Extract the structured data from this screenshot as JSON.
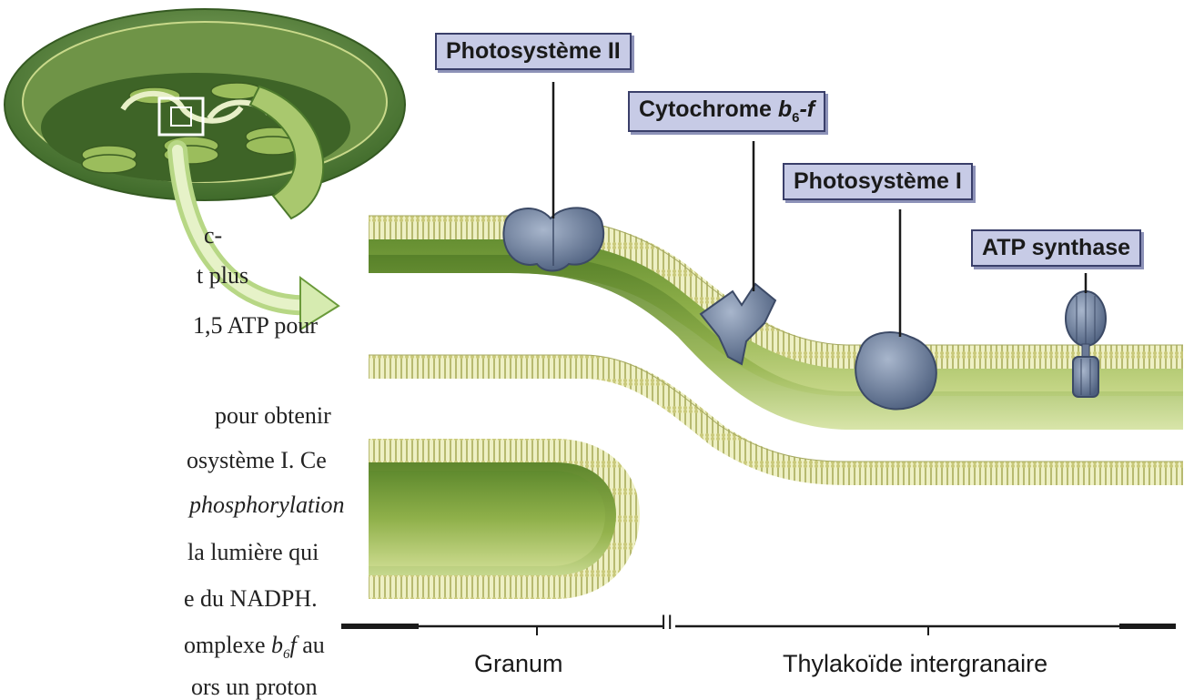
{
  "text_fragments": [
    "c-",
    "t plus",
    "1,5 ATP pour",
    "pour obtenir",
    "osystème I. Ce",
    "phosphorylation",
    "la lumière qui",
    "e du NADPH.",
    "omplexe ",
    "b",
    "6",
    "f",
    " au",
    "ors un proton"
  ],
  "labels": {
    "ps2": "Photosystème II",
    "cyt_prefix": "Cytochrome ",
    "cyt_b": "b",
    "cyt_sub": "6",
    "cyt_suffix": "-f",
    "ps1": "Photosystème I",
    "atp": "ATP synthase"
  },
  "scale": {
    "granum": "Granum",
    "intergranaire": "Thylakoïde intergranaire",
    "break_mark": "II"
  }
}
